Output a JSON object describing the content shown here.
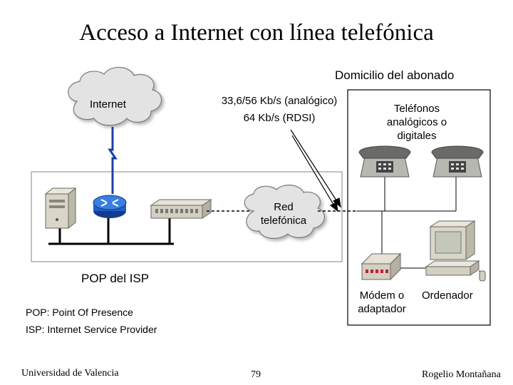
{
  "title": "Acceso a Internet con línea telefónica",
  "labels": {
    "domicilio": "Domicilio del abonado",
    "internet": "Internet",
    "speeds_line1": "33,6/56 Kb/s (analógico)",
    "speeds_line2": "64 Kb/s (RDSI)",
    "telefonos_line1": "Teléfonos",
    "telefonos_line2": "analógicos o",
    "telefonos_line3": "digitales",
    "red_line1": "Red",
    "red_line2": "telefónica",
    "pop": "POP del ISP",
    "modem_line1": "Módem o",
    "modem_line2": "adaptador",
    "ordenador": "Ordenador",
    "legend_pop": "POP: Point Of Presence",
    "legend_isp": "ISP: Internet Service Provider"
  },
  "footer": {
    "left": "Universidad de Valencia",
    "page": "79",
    "right": "Rogelio Montañana"
  },
  "colors": {
    "cloud_fill": "#e3e3e3",
    "router_blue": "#1f5fc8",
    "link_blue": "#1c3fa8"
  }
}
